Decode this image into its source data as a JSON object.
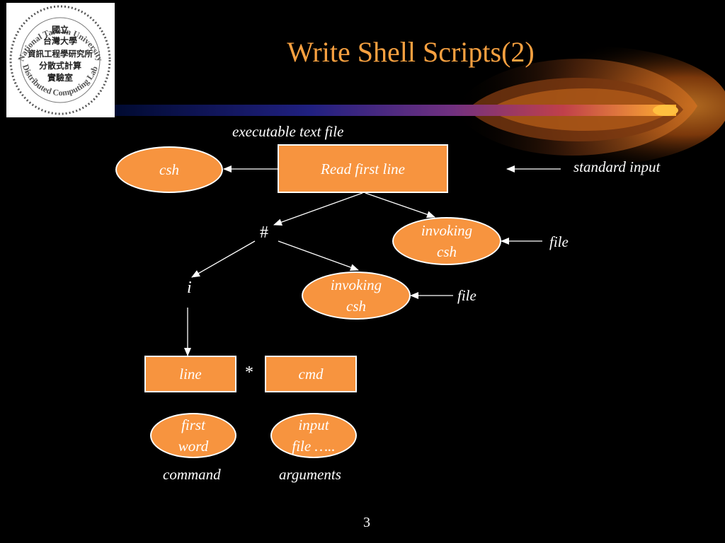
{
  "slide": {
    "title": "Write Shell Scripts(2)",
    "page_number": "3",
    "accent_color": "#f7943f",
    "title_color": "#f7a040"
  },
  "logo": {
    "lines": [
      "國立",
      "台灣大學",
      "資訊工程學研究所",
      "分散式計算",
      "實驗室"
    ],
    "ring_text": "National Taiwan University · Distributed Computing Lab."
  },
  "diagram": {
    "caption_top": "executable text file",
    "read_first_line": "Read first line",
    "csh": "csh",
    "standard_input": "standard input",
    "hash": "#",
    "invoking_csh_upper": [
      "invoking",
      "csh"
    ],
    "invoking_csh_lower": [
      "invoking",
      "csh"
    ],
    "file_upper": "file",
    "file_lower": "file",
    "i_symbol": "i",
    "line": "line",
    "star": "*",
    "cmd": "cmd",
    "first_word": [
      "first",
      "word"
    ],
    "input_file": [
      "input",
      "file ….."
    ],
    "command_label": "command",
    "arguments_label": "arguments"
  }
}
